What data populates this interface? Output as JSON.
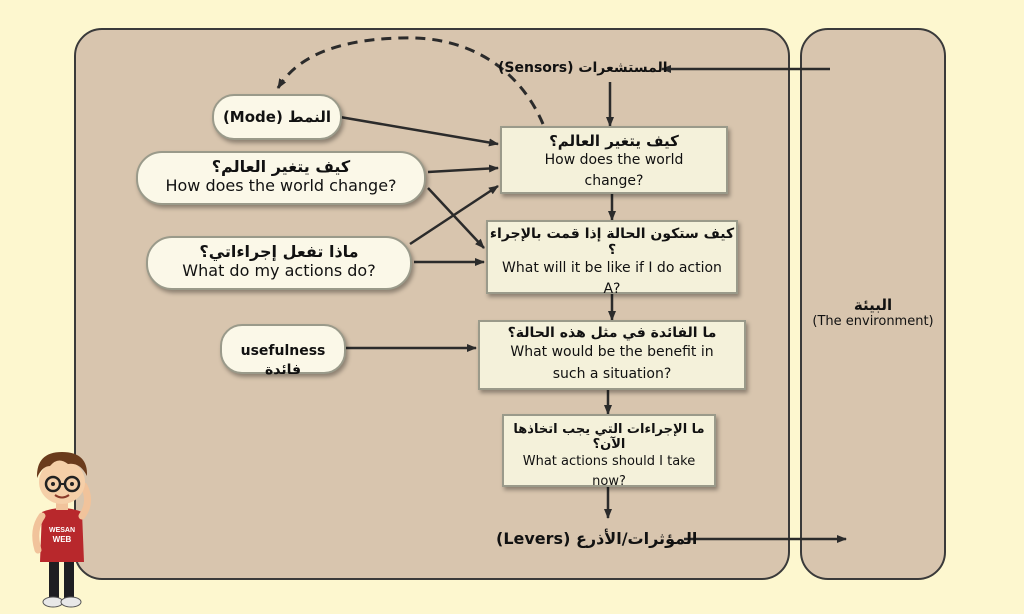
{
  "labels": {
    "sensors": "المستشعرات (Sensors)",
    "levers": "المؤثرات/الأذرع (Levers)",
    "usefulness_ar": "فائدة",
    "usefulness_en": "usefulness"
  },
  "environment": {
    "ar": "البيئة",
    "en": "(The environment)"
  },
  "left_nodes": {
    "mode": "النمط (Mode)",
    "world_change_ar": "كيف يتغير العالم؟",
    "world_change_en": "How does the world change?",
    "actions_ar": "ماذا تفعل إجراءاتي؟",
    "actions_en": "What do my actions do?"
  },
  "center_nodes": [
    {
      "ar": "كيف يتغير العالم؟",
      "en": "How does the world change?"
    },
    {
      "ar": "كيف ستكون الحالة إذا قمت بالإجراء ؟",
      "en": "What will it be like if I do action A?"
    },
    {
      "ar": "ما الفائدة في مثل هذه الحالة؟",
      "en": "What would be the benefit in such a situation?"
    },
    {
      "ar": "ما الإجراءات التي يجب اتخاذها الآن؟",
      "en": "What actions should I take now?"
    }
  ],
  "mascot": {
    "shirt_line1": "WESAN",
    "shirt_line2": "WEB"
  },
  "colors": {
    "page": "#fdf7cf",
    "panel": "#d8c5ae",
    "box": "#f4f1da",
    "arrow": "#2b2b2b"
  }
}
